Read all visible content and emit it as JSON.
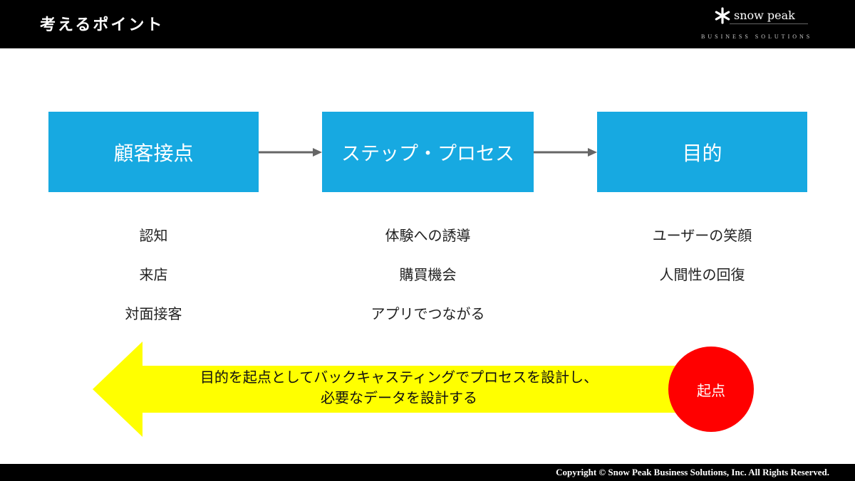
{
  "header": {
    "title": "考えるポイント",
    "logo": {
      "icon": "snowflake-icon",
      "name": "snow peak",
      "subtitle": "BUSINESS SOLUTIONS"
    }
  },
  "flow": {
    "box_color": "#17a9e1",
    "steps": [
      {
        "label": "顧客接点",
        "items": [
          "認知",
          "来店",
          "対面接客"
        ]
      },
      {
        "label": "ステップ・プロセス",
        "items": [
          "体験への誘導",
          "購買機会",
          "アプリでつながる"
        ]
      },
      {
        "label": "目的",
        "items": [
          "ユーザーの笑顔",
          "人間性の回復"
        ]
      }
    ]
  },
  "backcasting": {
    "arrow_color": "#ffff00",
    "lines": [
      "目的を起点としてバックキャスティングでプロセスを設計し、",
      "必要なデータを設計する"
    ],
    "origin_label": "起点",
    "origin_color": "#ff0000"
  },
  "footer": {
    "copyright": "Copyright © Snow Peak Business Solutions, Inc. All Rights Reserved."
  }
}
